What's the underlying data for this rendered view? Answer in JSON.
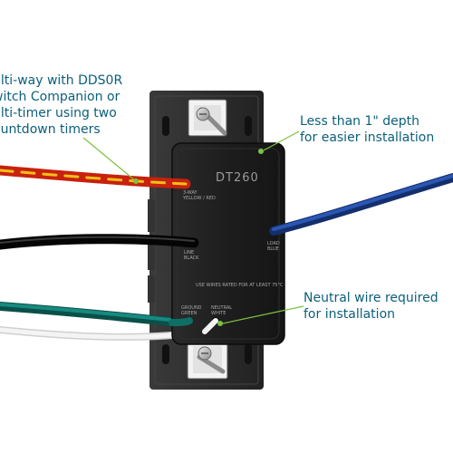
{
  "callouts": {
    "left": [
      "ulti-way with DDS0R",
      "witch Companion or",
      "ulti-timer using two",
      "ountdown timers"
    ],
    "depth": [
      "Less than 1\" depth",
      "for easier installation"
    ],
    "neutral": [
      "Neutral wire required",
      "for installation"
    ]
  },
  "device": {
    "model": "DT260",
    "terms": {
      "three_way": [
        "3-WAY",
        "YELLOW / RED"
      ],
      "line": [
        "LINE",
        "BLACK"
      ],
      "load": [
        "LOAD",
        "BLUE"
      ],
      "rating": "USE WIRES RATED FOR AT LEAST 75°C",
      "ground": [
        "GROUND",
        "GREEN"
      ],
      "neutral": [
        "NEUTRAL",
        "WHITE"
      ]
    }
  },
  "colors": {
    "callout_text": "#0b5f7a",
    "leader_line": "#7cc242",
    "device_body": "#1f1f1f",
    "strap": "#2b2b2b",
    "wire_blue": "#1c3f8a",
    "wire_black": "#111111",
    "wire_green": "#0e6f67",
    "wire_red": "#d22a12",
    "wire_yellow": "#f0c01a"
  }
}
